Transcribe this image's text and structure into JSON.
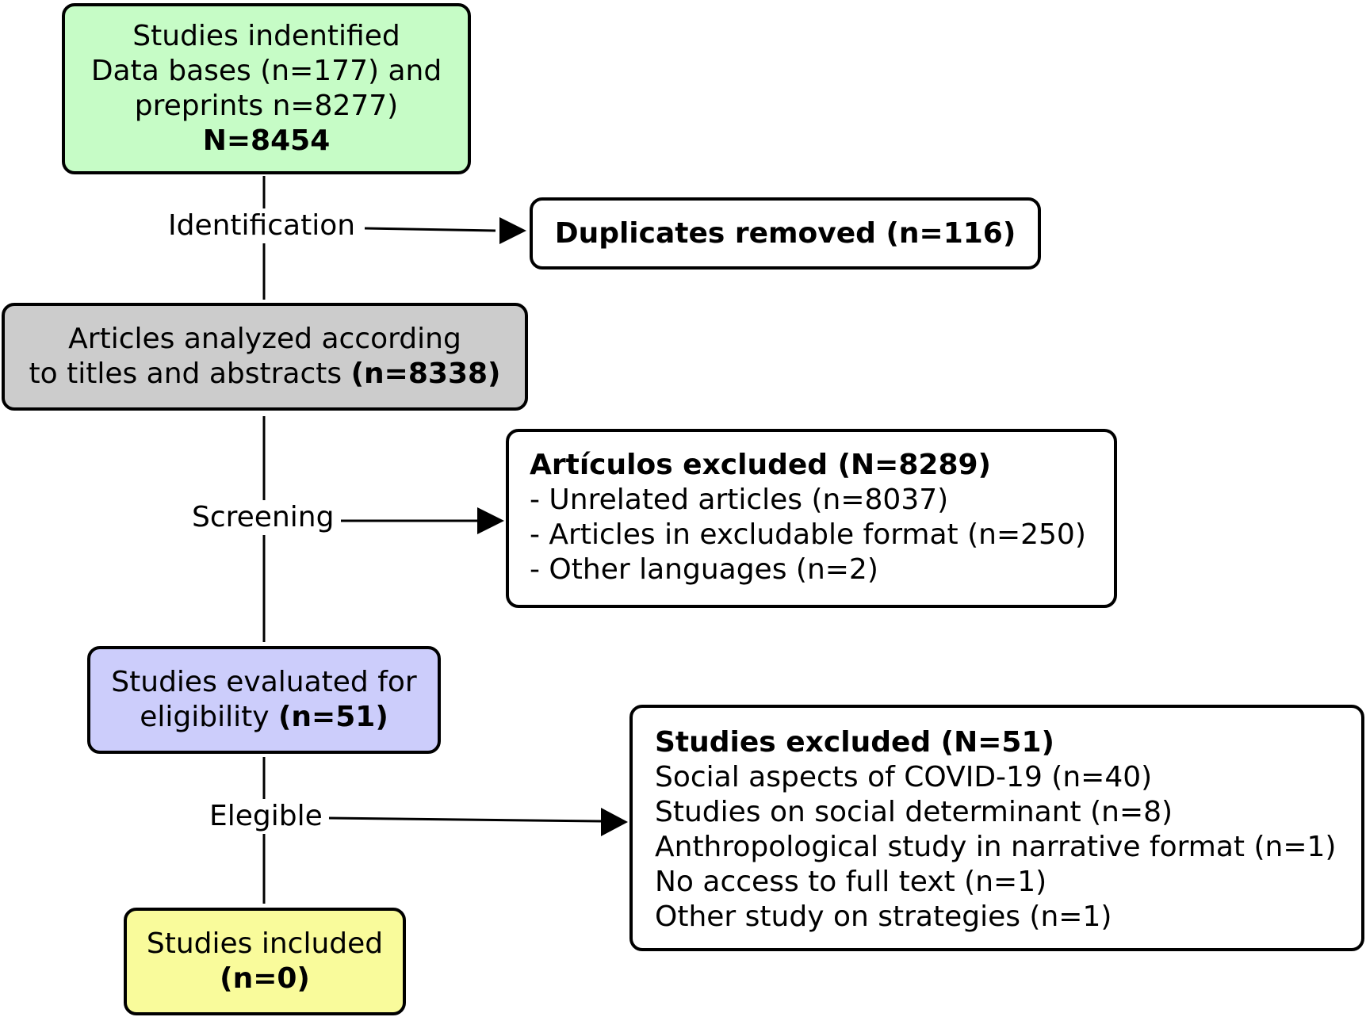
{
  "identified": {
    "line1": "Studies indentified",
    "line2": "Data bases (n=177) and",
    "line3": "preprints n=8277)",
    "total": "N=8454",
    "color": "#c6fcc6"
  },
  "duplicates": {
    "text": "Duplicates removed (n=116)"
  },
  "analyzed": {
    "line1": "Articles analyzed according",
    "line2": "to titles and abstracts ",
    "count": "(n=8338)",
    "color": "#cccccc"
  },
  "excluded_articles": {
    "title": "Artículos excluded (N=8289)",
    "items": [
      "- Unrelated articles (n=8037)",
      "- Articles in excludable format (n=250)",
      "- Other languages (n=2)"
    ]
  },
  "evaluated": {
    "line1": "Studies evaluated for",
    "line2": "eligibility ",
    "count": "(n=51)",
    "color": "#cccdfb"
  },
  "excluded_studies": {
    "title": "Studies excluded (N=51)",
    "items": [
      "Social aspects of COVID-19 (n=40)",
      "Studies on social determinant (n=8)",
      "Anthropological study in narrative format (n=1)",
      "No access to full text (n=1)",
      "Other study on strategies (n=1)"
    ]
  },
  "included": {
    "line1": "Studies included",
    "count": "(n=0)",
    "color": "#f9fb9b"
  },
  "stages": {
    "identification": "Identification",
    "screening": "Screening",
    "eligible": "Elegible"
  }
}
